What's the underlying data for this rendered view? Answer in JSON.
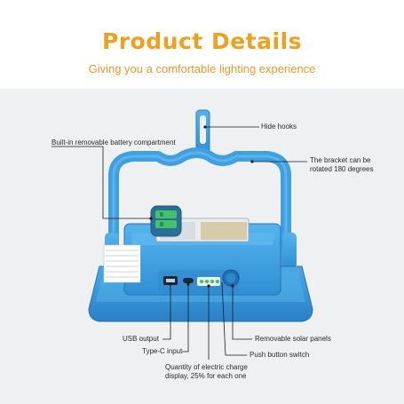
{
  "header": {
    "title": "Product Details",
    "subtitle": "Giving you a comfortable lighting experience"
  },
  "callouts": {
    "hide_hooks": "Hide hooks",
    "battery_compartment": "Built-in removable battery compartment",
    "bracket_line1": "The bracket can be",
    "bracket_line2": "rotated 180 degrees",
    "usb_output": "USB output",
    "type_c_input": "Type-C input",
    "charge_line1": "Quantity of electric charge",
    "charge_line2": "display, 25% for each one",
    "solar_panels": "Removable solar panels",
    "push_button": "Push button switch"
  },
  "colors": {
    "title": "#f0a020",
    "body_blue": "#3f9fdf",
    "body_blue_dark": "#2b7fc0",
    "battery_green": "#43c26a"
  }
}
